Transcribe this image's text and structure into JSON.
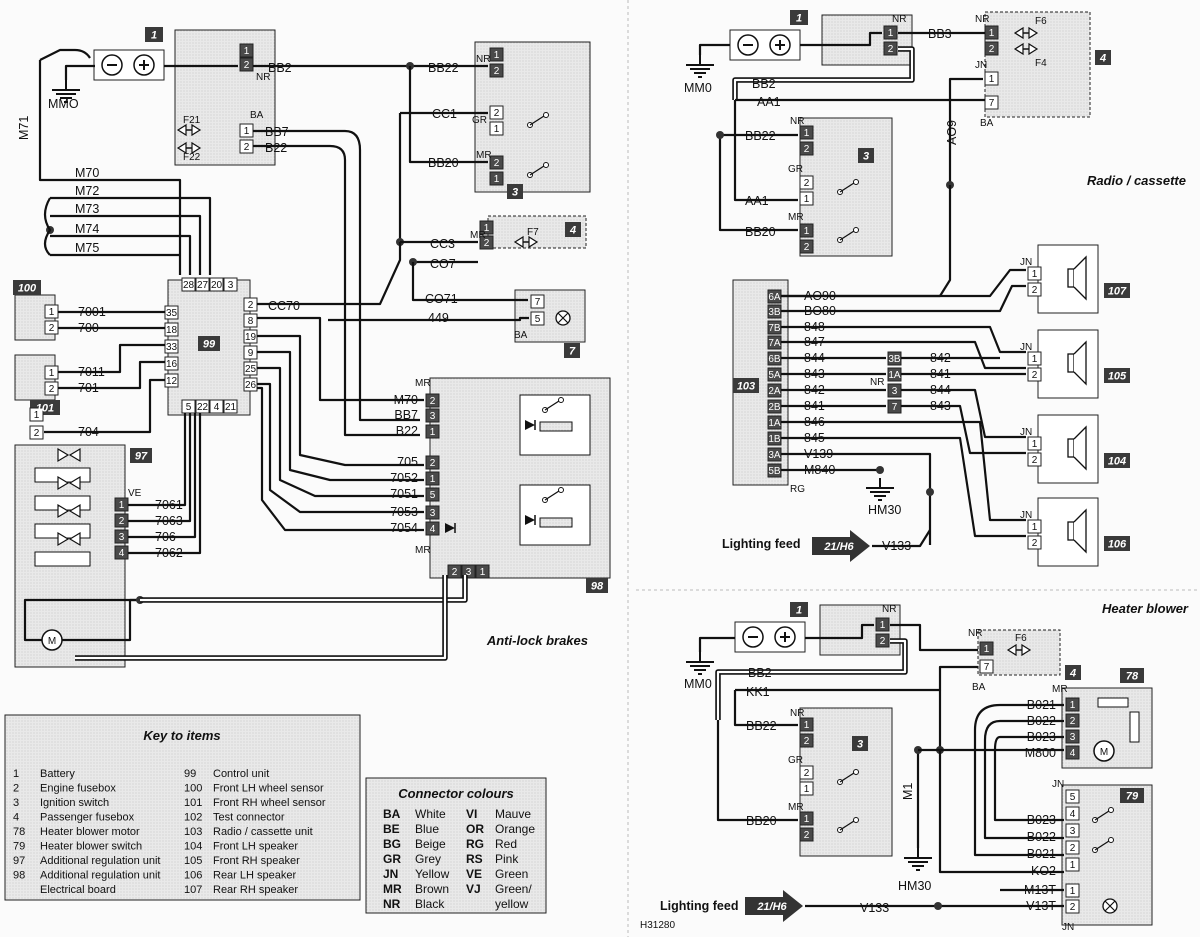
{
  "left_panel": {
    "section_label": "Anti-lock brakes",
    "ground_label": "MMO",
    "battery_badge": "1",
    "fusebox_pins": [
      "1",
      "2"
    ],
    "fusebox_colour": "NR",
    "fuse_block_colour": "BA",
    "fuses": [
      "F21",
      "F22"
    ],
    "fuse_pins": [
      "1",
      "2"
    ],
    "wires_top": [
      "BB2",
      "BB7",
      "B22"
    ],
    "wire_m71": "M71",
    "wires_group": [
      "M70",
      "M72",
      "M73",
      "M74",
      "M75"
    ],
    "ignition": {
      "badge": "3",
      "wires": [
        "BB22",
        "CC1",
        "BB20"
      ],
      "colours": [
        "NR",
        "GR",
        "MR"
      ],
      "pins": [
        "1",
        "2",
        "2",
        "1",
        "2",
        "1"
      ]
    },
    "pass_fusebox": {
      "badge": "4",
      "fuse": "F7",
      "wires": [
        "CC3",
        "CO7"
      ],
      "colour": "MR",
      "pins": [
        "2",
        "1"
      ]
    },
    "test_conn": {
      "badge": "7",
      "wires": [
        "CO71",
        "449"
      ],
      "colour": "BA",
      "pins": [
        "7",
        "5"
      ]
    },
    "ecu": {
      "badge": "99",
      "top_pins": [
        "28",
        "27",
        "20",
        "3"
      ],
      "left_pins": [
        "35",
        "18",
        "33",
        "16",
        "12"
      ],
      "right_pins": [
        "2",
        "8",
        "19",
        "9",
        "25",
        "26"
      ],
      "bottom_pins": [
        "5",
        "22",
        "4",
        "21"
      ],
      "wire_cc70": "CC70"
    },
    "sensor100": {
      "badge": "100",
      "wires": [
        "7001",
        "700"
      ],
      "pins": [
        "1",
        "2"
      ]
    },
    "sensor101": {
      "badge": "101",
      "wires": [
        "7011",
        "701"
      ],
      "pins": [
        "1",
        "2"
      ]
    },
    "connector102": {
      "wire": "704",
      "pins": [
        "1",
        "2"
      ]
    },
    "reg97": {
      "badge": "97",
      "colour": "VE",
      "pins": [
        "1",
        "2",
        "3",
        "4"
      ],
      "wires": [
        "7061",
        "7063",
        "706",
        "7062"
      ]
    },
    "board98": {
      "badge": "98",
      "top_colour": "MR",
      "bottom_colour": "MR",
      "wires": [
        "M70",
        "BB7",
        "B22",
        "705",
        "7052",
        "7051",
        "7053",
        "7054"
      ],
      "pins": [
        "2",
        "3",
        "1",
        "2",
        "1",
        "5",
        "3",
        "4"
      ],
      "bottom_pins": [
        "2",
        "3",
        "1"
      ]
    }
  },
  "radio_panel": {
    "section_label": "Radio / cassette",
    "ground_label": "MM0",
    "fusebox_colour": "NR",
    "fusebox_pins": [
      "1",
      "2"
    ],
    "wires": [
      "BB3",
      "BB2",
      "AA1",
      "BB22",
      "AA1",
      "BB20",
      "AO9"
    ],
    "fusebox4": {
      "badge": "4",
      "fuses": [
        "F6",
        "F4"
      ],
      "colours": [
        "NR",
        "JN",
        "BA"
      ],
      "pins": [
        "1",
        "2",
        "1",
        "7"
      ]
    },
    "ignition": {
      "badge": "3",
      "colours": [
        "NR",
        "GR",
        "MR"
      ],
      "pins": [
        "1",
        "2",
        "2",
        "1",
        "1",
        "2"
      ]
    },
    "radio103": {
      "badge": "103",
      "colour": "RG",
      "pins": [
        "6A",
        "3B",
        "7B",
        "7A",
        "6B",
        "5A",
        "2A",
        "2B",
        "1A",
        "1B",
        "3A",
        "5B"
      ],
      "wires": [
        "AO90",
        "BO80",
        "848",
        "847",
        "844",
        "843",
        "842",
        "841",
        "846",
        "845",
        "V139",
        "M840"
      ]
    },
    "inline": {
      "pins": [
        "3B",
        "1A",
        "3",
        "7"
      ],
      "colour": "NR",
      "wires": [
        "842",
        "841",
        "844",
        "843"
      ]
    },
    "ground2": "HM30",
    "speakers": [
      {
        "badge": "107",
        "colour": "JN",
        "pins": [
          "1",
          "2"
        ]
      },
      {
        "badge": "105",
        "colour": "JN",
        "pins": [
          "1",
          "2"
        ]
      },
      {
        "badge": "104",
        "colour": "JN",
        "pins": [
          "1",
          "2"
        ]
      },
      {
        "badge": "106",
        "colour": "JN",
        "pins": [
          "1",
          "2"
        ]
      }
    ],
    "lighting_label": "Lighting feed",
    "lighting_ref": "21/H6",
    "lighting_wire": "V133"
  },
  "heater_panel": {
    "section_label": "Heater blower",
    "ground_label": "MM0",
    "fusebox_colour": "NR",
    "fusebox_pins": [
      "1",
      "2"
    ],
    "wires": [
      "BB2",
      "KK1",
      "BB22",
      "BB20",
      "M1"
    ],
    "fusebox4": {
      "badge": "4",
      "fuse": "F6",
      "colours": [
        "NR",
        "BA"
      ],
      "pins": [
        "1",
        "7"
      ]
    },
    "ignition": {
      "badge": "3",
      "colours": [
        "NR",
        "GR",
        "MR"
      ],
      "pins": [
        "1",
        "2",
        "2",
        "1",
        "1",
        "2"
      ]
    },
    "motor78": {
      "badge": "78",
      "colour": "MR",
      "wires": [
        "B021",
        "B022",
        "B023",
        "M800"
      ],
      "pins": [
        "1",
        "2",
        "3",
        "4"
      ]
    },
    "switch79": {
      "badge": "79",
      "colour_top": "JN",
      "colour_bottom": "JN",
      "wires": [
        "B023",
        "B022",
        "B021",
        "KO2"
      ],
      "pins": [
        "5",
        "4",
        "3",
        "2",
        "1"
      ],
      "lamp_wires": [
        "M13T",
        "V13T"
      ],
      "lamp_pins": [
        "1",
        "2"
      ]
    },
    "ground2": "HM30",
    "lighting_label": "Lighting feed",
    "lighting_ref": "21/H6",
    "lighting_wire": "V133",
    "ref_code": "H31280"
  },
  "key": {
    "title": "Key to items",
    "items_left": [
      {
        "n": "1",
        "t": "Battery"
      },
      {
        "n": "2",
        "t": "Engine fusebox"
      },
      {
        "n": "3",
        "t": "Ignition switch"
      },
      {
        "n": "4",
        "t": "Passenger fusebox"
      },
      {
        "n": "78",
        "t": "Heater blower motor"
      },
      {
        "n": "79",
        "t": "Heater blower switch"
      },
      {
        "n": "97",
        "t": "Additional regulation unit"
      },
      {
        "n": "98",
        "t": "Additional regulation unit"
      },
      {
        "n": "",
        "t": "Electrical board"
      }
    ],
    "items_right": [
      {
        "n": "99",
        "t": "Control unit"
      },
      {
        "n": "100",
        "t": "Front LH wheel sensor"
      },
      {
        "n": "101",
        "t": "Front RH wheel sensor"
      },
      {
        "n": "102",
        "t": "Test connector"
      },
      {
        "n": "103",
        "t": "Radio / cassette unit"
      },
      {
        "n": "104",
        "t": "Front LH speaker"
      },
      {
        "n": "105",
        "t": "Front RH speaker"
      },
      {
        "n": "106",
        "t": "Rear LH speaker"
      },
      {
        "n": "107",
        "t": "Rear RH speaker"
      }
    ]
  },
  "connector_colours": {
    "title": "Connector colours",
    "left": [
      {
        "c": "BA",
        "t": "White"
      },
      {
        "c": "BE",
        "t": "Blue"
      },
      {
        "c": "BG",
        "t": "Beige"
      },
      {
        "c": "GR",
        "t": "Grey"
      },
      {
        "c": "JN",
        "t": "Yellow"
      },
      {
        "c": "MR",
        "t": "Brown"
      },
      {
        "c": "NR",
        "t": "Black"
      }
    ],
    "right": [
      {
        "c": "VI",
        "t": "Mauve"
      },
      {
        "c": "OR",
        "t": "Orange"
      },
      {
        "c": "RG",
        "t": "Red"
      },
      {
        "c": "RS",
        "t": "Pink"
      },
      {
        "c": "VE",
        "t": "Green"
      },
      {
        "c": "VJ",
        "t": "Green/"
      },
      {
        "c": "",
        "t": "yellow"
      }
    ]
  }
}
